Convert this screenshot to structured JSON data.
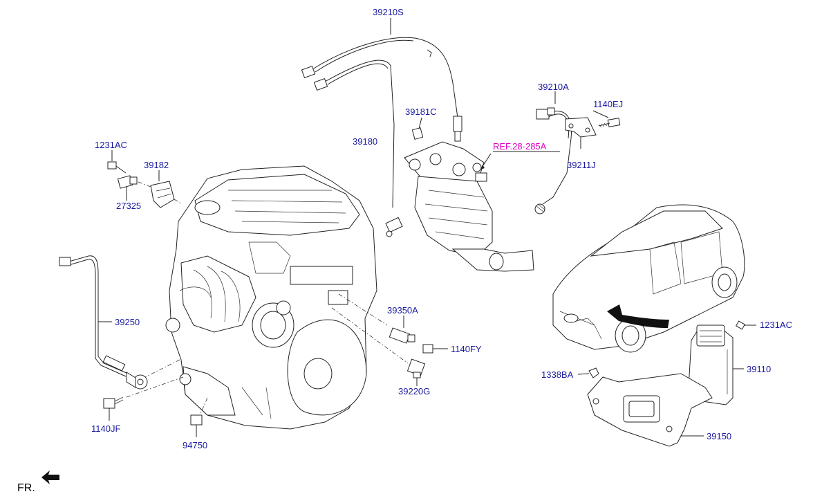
{
  "diagram": {
    "labels": {
      "p39210S": "39210S",
      "p39210A": "39210A",
      "p1140EJ": "1140EJ",
      "p39181C": "39181C",
      "p39180": "39180",
      "p39211J": "39211J",
      "pREF": "REF.28-285A",
      "p1231AC_a": "1231AC",
      "p39182": "39182",
      "p27325": "27325",
      "p39250": "39250",
      "p39350A": "39350A",
      "p1140FY": "1140FY",
      "p39220G": "39220G",
      "p1140JF": "1140JF",
      "p94750": "94750",
      "p1231AC_b": "1231AC",
      "p39110": "39110",
      "p1338BA": "1338BA",
      "p39150": "39150",
      "fr": "FR."
    },
    "colors": {
      "label": "#1a1aa0",
      "ref": "#e000c8",
      "line": "#222222"
    }
  }
}
